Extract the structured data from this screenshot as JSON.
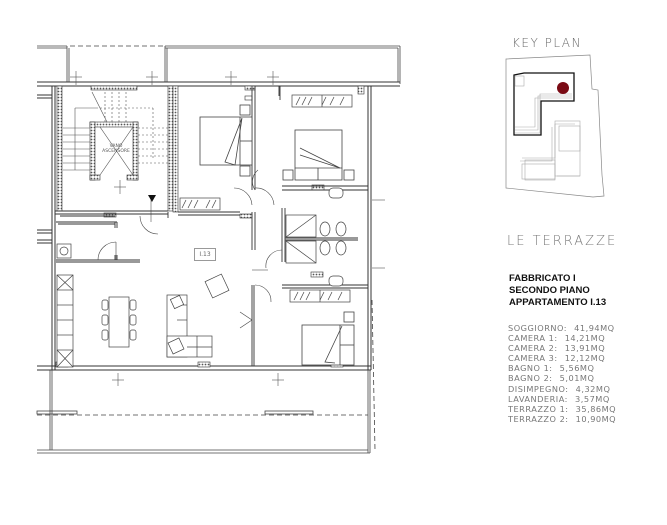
{
  "keyplan": {
    "title": "KEY PLAN",
    "marker_color": "#7a0a14",
    "outline_color": "#111111"
  },
  "project": {
    "name": "LE TERRAZZE"
  },
  "building": {
    "fabbricato": "FABBRICATO  I",
    "floor": "SECONDO PIANO",
    "apartment": "APPARTAMENTO I.13"
  },
  "floorplan": {
    "unit_label": "I.13",
    "lift_label_line1": "VANO",
    "lift_label_line2": "ASCENSORE"
  },
  "areas": [
    {
      "room": "SOGGIORNO:",
      "value": "41,94MQ"
    },
    {
      "room": "CAMERA  1:",
      "value": "14,21MQ"
    },
    {
      "room": "CAMERA  2:",
      "value": "13,91MQ"
    },
    {
      "room": "CAMERA  3:",
      "value": "12,12MQ"
    },
    {
      "room": "BAGNO  1:",
      "value": "5,56MQ"
    },
    {
      "room": "BAGNO  2:",
      "value": "5,01MQ"
    },
    {
      "room": "DISIMPEGNO:",
      "value": "4,32MQ"
    },
    {
      "room": "LAVANDERIA:",
      "value": "3,57MQ"
    },
    {
      "room": "TERRAZZO  1:",
      "value": "35,86MQ"
    },
    {
      "room": "TERRAZZO  2:",
      "value": "10,90MQ"
    }
  ]
}
